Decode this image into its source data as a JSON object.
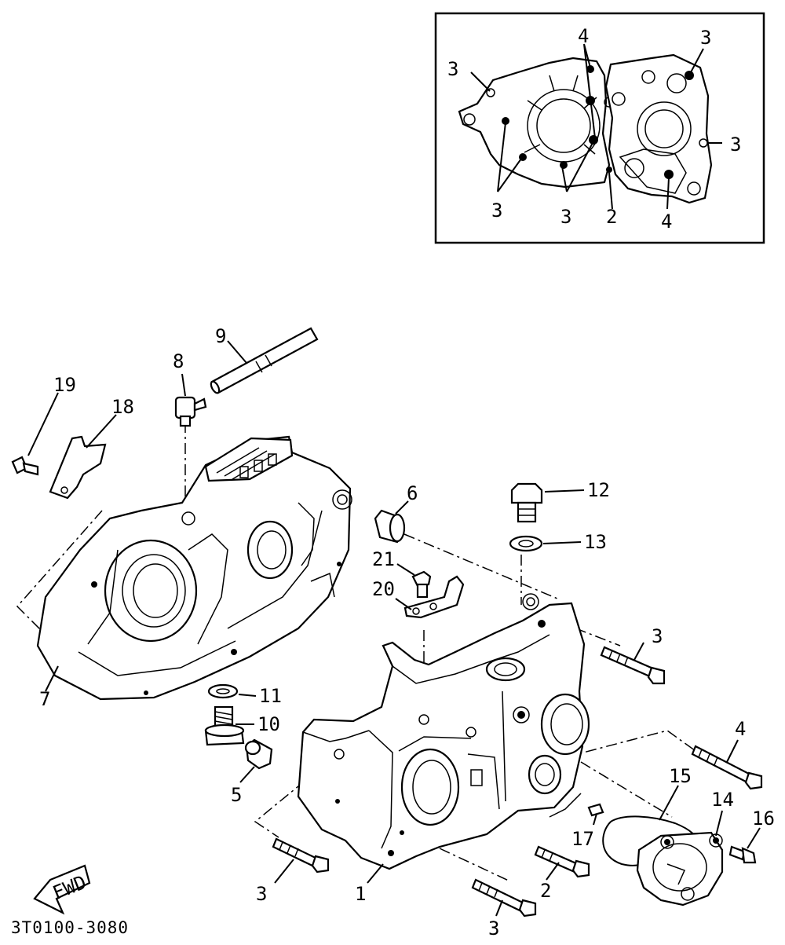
{
  "callouts": [
    {
      "id": "inset-4-top",
      "text": "4"
    },
    {
      "id": "inset-3-tl",
      "text": "3"
    },
    {
      "id": "inset-3-tr",
      "text": "3"
    },
    {
      "id": "inset-3-r",
      "text": "3"
    },
    {
      "id": "inset-3-bl",
      "text": "3"
    },
    {
      "id": "inset-3-bm",
      "text": "3"
    },
    {
      "id": "inset-2",
      "text": "2"
    },
    {
      "id": "inset-4-br",
      "text": "4"
    },
    {
      "id": "p9",
      "text": "9"
    },
    {
      "id": "p8",
      "text": "8"
    },
    {
      "id": "p19",
      "text": "19"
    },
    {
      "id": "p18",
      "text": "18"
    },
    {
      "id": "p6",
      "text": "6"
    },
    {
      "id": "p12",
      "text": "12"
    },
    {
      "id": "p13",
      "text": "13"
    },
    {
      "id": "p21",
      "text": "21"
    },
    {
      "id": "p20",
      "text": "20"
    },
    {
      "id": "p3-right",
      "text": "3"
    },
    {
      "id": "p7",
      "text": "7"
    },
    {
      "id": "p11",
      "text": "11"
    },
    {
      "id": "p10",
      "text": "10"
    },
    {
      "id": "p4",
      "text": "4"
    },
    {
      "id": "p5",
      "text": "5"
    },
    {
      "id": "p15",
      "text": "15"
    },
    {
      "id": "p14",
      "text": "14"
    },
    {
      "id": "p17",
      "text": "17"
    },
    {
      "id": "p16",
      "text": "16"
    },
    {
      "id": "p3-left",
      "text": "3"
    },
    {
      "id": "p1",
      "text": "1"
    },
    {
      "id": "p2",
      "text": "2"
    },
    {
      "id": "p3-bottom",
      "text": "3"
    }
  ],
  "fwd_badge": "FWD",
  "part_code": "3T0100-3080"
}
